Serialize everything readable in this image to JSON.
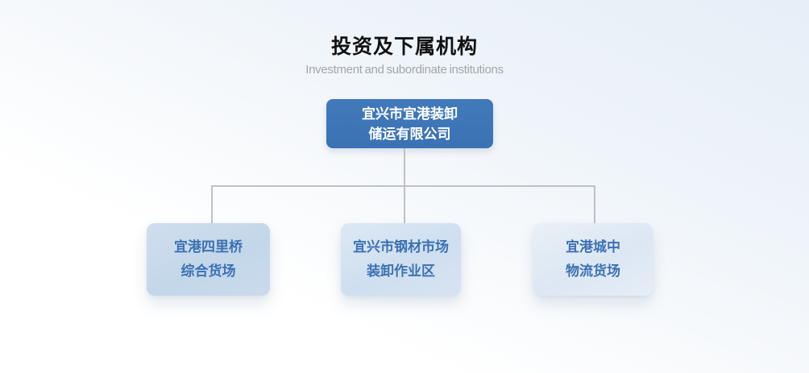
{
  "page": {
    "title": "投资及下属机构",
    "subtitle": "Investment and subordinate institutions"
  },
  "org_chart": {
    "type": "org-tree",
    "root": {
      "line1": "宜兴市宜港装卸",
      "line2": "储运有限公司"
    },
    "children": [
      {
        "line1": "宜港四里桥",
        "line2": "综合货场"
      },
      {
        "line1": "宜兴市钢材市场",
        "line2": "装卸作业区"
      },
      {
        "line1": "宜港城中",
        "line2": "物流货场"
      }
    ]
  },
  "colors": {
    "background_top": "#e6eef7",
    "background_bottom": "#ffffff",
    "root_box_bg": "#3a73b4",
    "root_box_text": "#ffffff",
    "child_box_bg_1": "#c5d8eb",
    "child_box_bg_2": "#d2e0f0",
    "child_box_bg_3": "#dfe9f4",
    "child_box_text": "#3b71b2",
    "connector_line": "#bfc1c3",
    "title_text": "#121212",
    "subtitle_text": "#a2a6aa"
  }
}
